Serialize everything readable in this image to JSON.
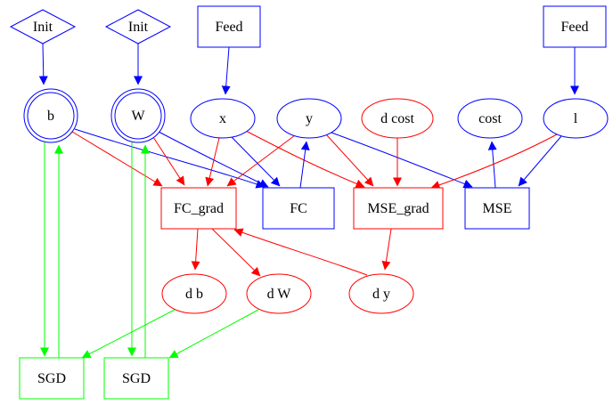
{
  "colors": {
    "blue": "#0000ff",
    "red": "#ff0000",
    "green": "#00ff00",
    "text": "#000000"
  },
  "nodes": [
    {
      "id": "init_b",
      "label": "Init",
      "shape": "diamond",
      "color": "blue"
    },
    {
      "id": "init_w",
      "label": "Init",
      "shape": "diamond",
      "color": "blue"
    },
    {
      "id": "feed_x",
      "label": "Feed",
      "shape": "box",
      "color": "blue"
    },
    {
      "id": "feed_l",
      "label": "Feed",
      "shape": "box",
      "color": "blue"
    },
    {
      "id": "b",
      "label": "b",
      "shape": "doublecircle",
      "color": "blue"
    },
    {
      "id": "W",
      "label": "W",
      "shape": "doublecircle",
      "color": "blue"
    },
    {
      "id": "x",
      "label": "x",
      "shape": "ellipse",
      "color": "blue"
    },
    {
      "id": "y",
      "label": "y",
      "shape": "ellipse",
      "color": "blue"
    },
    {
      "id": "dcost",
      "label": "d cost",
      "shape": "ellipse",
      "color": "red"
    },
    {
      "id": "cost",
      "label": "cost",
      "shape": "ellipse",
      "color": "blue"
    },
    {
      "id": "l",
      "label": "l",
      "shape": "ellipse",
      "color": "blue"
    },
    {
      "id": "fc_grad",
      "label": "FC_grad",
      "shape": "box",
      "color": "red"
    },
    {
      "id": "fc",
      "label": "FC",
      "shape": "box",
      "color": "blue"
    },
    {
      "id": "mse_grad",
      "label": "MSE_grad",
      "shape": "box",
      "color": "red"
    },
    {
      "id": "mse",
      "label": "MSE",
      "shape": "box",
      "color": "blue"
    },
    {
      "id": "db",
      "label": "d b",
      "shape": "ellipse",
      "color": "red"
    },
    {
      "id": "dW",
      "label": "d W",
      "shape": "ellipse",
      "color": "red"
    },
    {
      "id": "dy",
      "label": "d y",
      "shape": "ellipse",
      "color": "red"
    },
    {
      "id": "sgd_b",
      "label": "SGD",
      "shape": "box",
      "color": "green"
    },
    {
      "id": "sgd_w",
      "label": "SGD",
      "shape": "box",
      "color": "green"
    }
  ],
  "edges": [
    {
      "from": "init_b",
      "to": "b",
      "color": "blue"
    },
    {
      "from": "init_w",
      "to": "W",
      "color": "blue"
    },
    {
      "from": "feed_x",
      "to": "x",
      "color": "blue"
    },
    {
      "from": "feed_l",
      "to": "l",
      "color": "blue"
    },
    {
      "from": "b",
      "to": "fc_grad",
      "color": "red"
    },
    {
      "from": "b",
      "to": "fc",
      "color": "blue"
    },
    {
      "from": "W",
      "to": "fc_grad",
      "color": "red"
    },
    {
      "from": "W",
      "to": "fc",
      "color": "blue"
    },
    {
      "from": "x",
      "to": "fc_grad",
      "color": "red"
    },
    {
      "from": "x",
      "to": "fc",
      "color": "blue"
    },
    {
      "from": "x",
      "to": "mse_grad",
      "color": "red"
    },
    {
      "from": "y",
      "to": "fc_grad",
      "color": "red"
    },
    {
      "from": "fc",
      "to": "y",
      "color": "blue"
    },
    {
      "from": "y",
      "to": "mse_grad",
      "color": "red"
    },
    {
      "from": "y",
      "to": "mse",
      "color": "blue"
    },
    {
      "from": "dcost",
      "to": "mse_grad",
      "color": "red"
    },
    {
      "from": "mse",
      "to": "cost",
      "color": "blue"
    },
    {
      "from": "l",
      "to": "mse_grad",
      "color": "red"
    },
    {
      "from": "l",
      "to": "mse",
      "color": "blue"
    },
    {
      "from": "fc_grad",
      "to": "db",
      "color": "red"
    },
    {
      "from": "fc_grad",
      "to": "dW",
      "color": "red"
    },
    {
      "from": "mse_grad",
      "to": "dy",
      "color": "red"
    },
    {
      "from": "dy",
      "to": "fc_grad",
      "color": "red"
    },
    {
      "from": "b",
      "to": "sgd_b",
      "color": "green"
    },
    {
      "from": "sgd_b",
      "to": "b",
      "color": "green"
    },
    {
      "from": "W",
      "to": "sgd_w",
      "color": "green"
    },
    {
      "from": "sgd_w",
      "to": "W",
      "color": "green"
    },
    {
      "from": "db",
      "to": "sgd_b",
      "color": "green"
    },
    {
      "from": "dW",
      "to": "sgd_w",
      "color": "green"
    }
  ]
}
